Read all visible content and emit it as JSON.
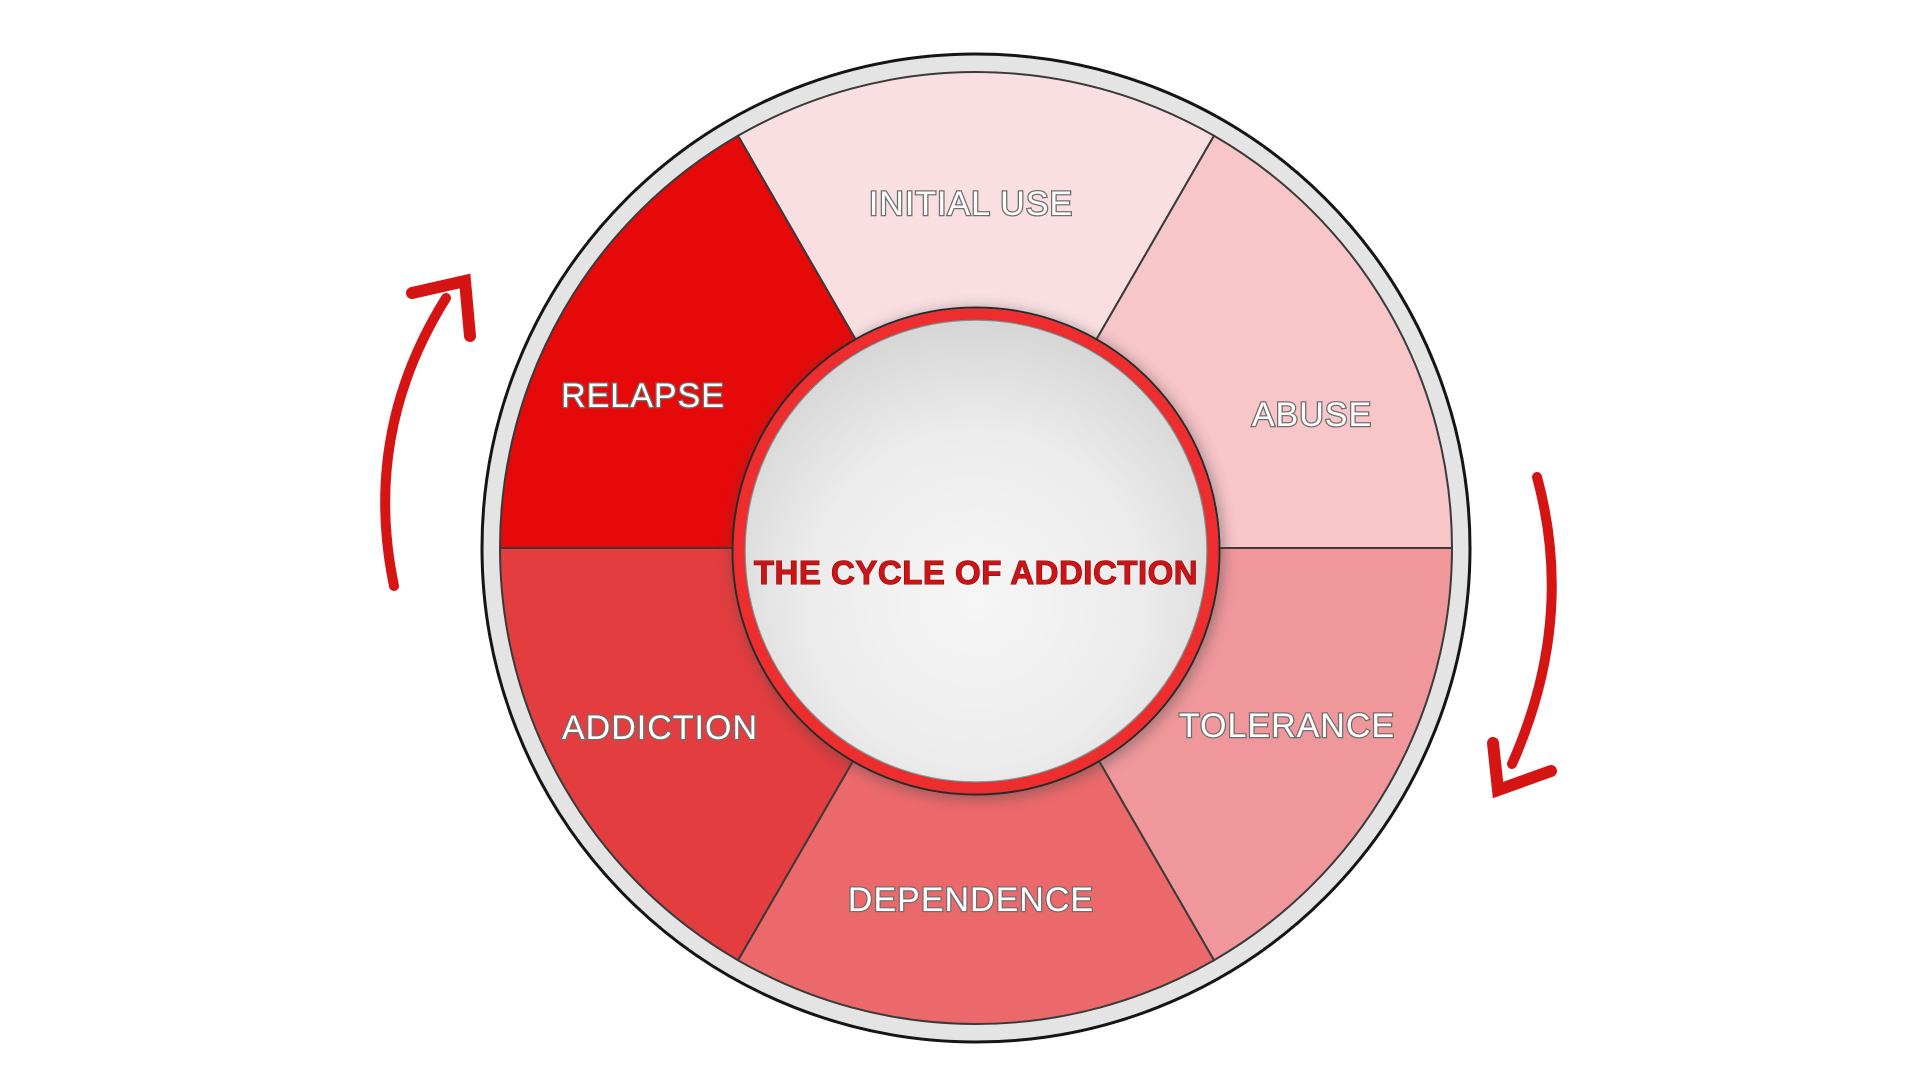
{
  "diagram": {
    "title": "THE CYCLE OF ADDICTION",
    "title_color": "#cc1416",
    "background_color": "#ffffff",
    "outer_ring_color": "#e4e4e4",
    "center_ring_color": "#ee2e2e",
    "segments": [
      {
        "label": "INITIAL USE",
        "color": "#f9dfe2"
      },
      {
        "label": "ABUSE",
        "color": "#f8c5c8"
      },
      {
        "label": "TOLERANCE",
        "color": "#f0979b"
      },
      {
        "label": "DEPENDENCE",
        "color": "#ec696b"
      },
      {
        "label": "ADDICTION",
        "color": "#e33d3f"
      },
      {
        "label": "RELAPSE",
        "color": "#e60909"
      }
    ],
    "arrows": {
      "color": "#d51414",
      "left_direction": "up-clockwise",
      "right_direction": "down-clockwise"
    }
  }
}
